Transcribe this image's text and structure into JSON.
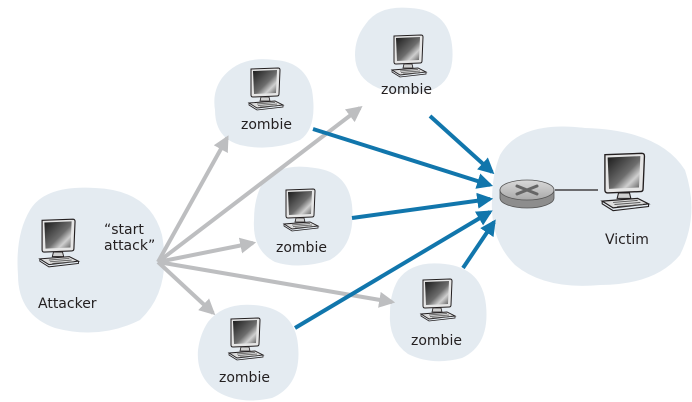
{
  "colors": {
    "cloud": "#e4ebf1",
    "command_arrow": "#bdbec0",
    "attack_arrow": "#1176ac",
    "link": "#231f20"
  },
  "nodes": {
    "attacker": {
      "label": "Attacker",
      "icon": "computer-icon"
    },
    "command": {
      "line1": "“start",
      "line2": "attack”"
    },
    "zombies": [
      {
        "label": "zombie",
        "icon": "computer-icon"
      },
      {
        "label": "zombie",
        "icon": "computer-icon"
      },
      {
        "label": "zombie",
        "icon": "computer-icon"
      },
      {
        "label": "zombie",
        "icon": "computer-icon"
      },
      {
        "label": "zombie",
        "icon": "computer-icon"
      }
    ],
    "router": {
      "icon": "router-icon"
    },
    "victim": {
      "label": "Victim",
      "icon": "computer-icon"
    }
  }
}
